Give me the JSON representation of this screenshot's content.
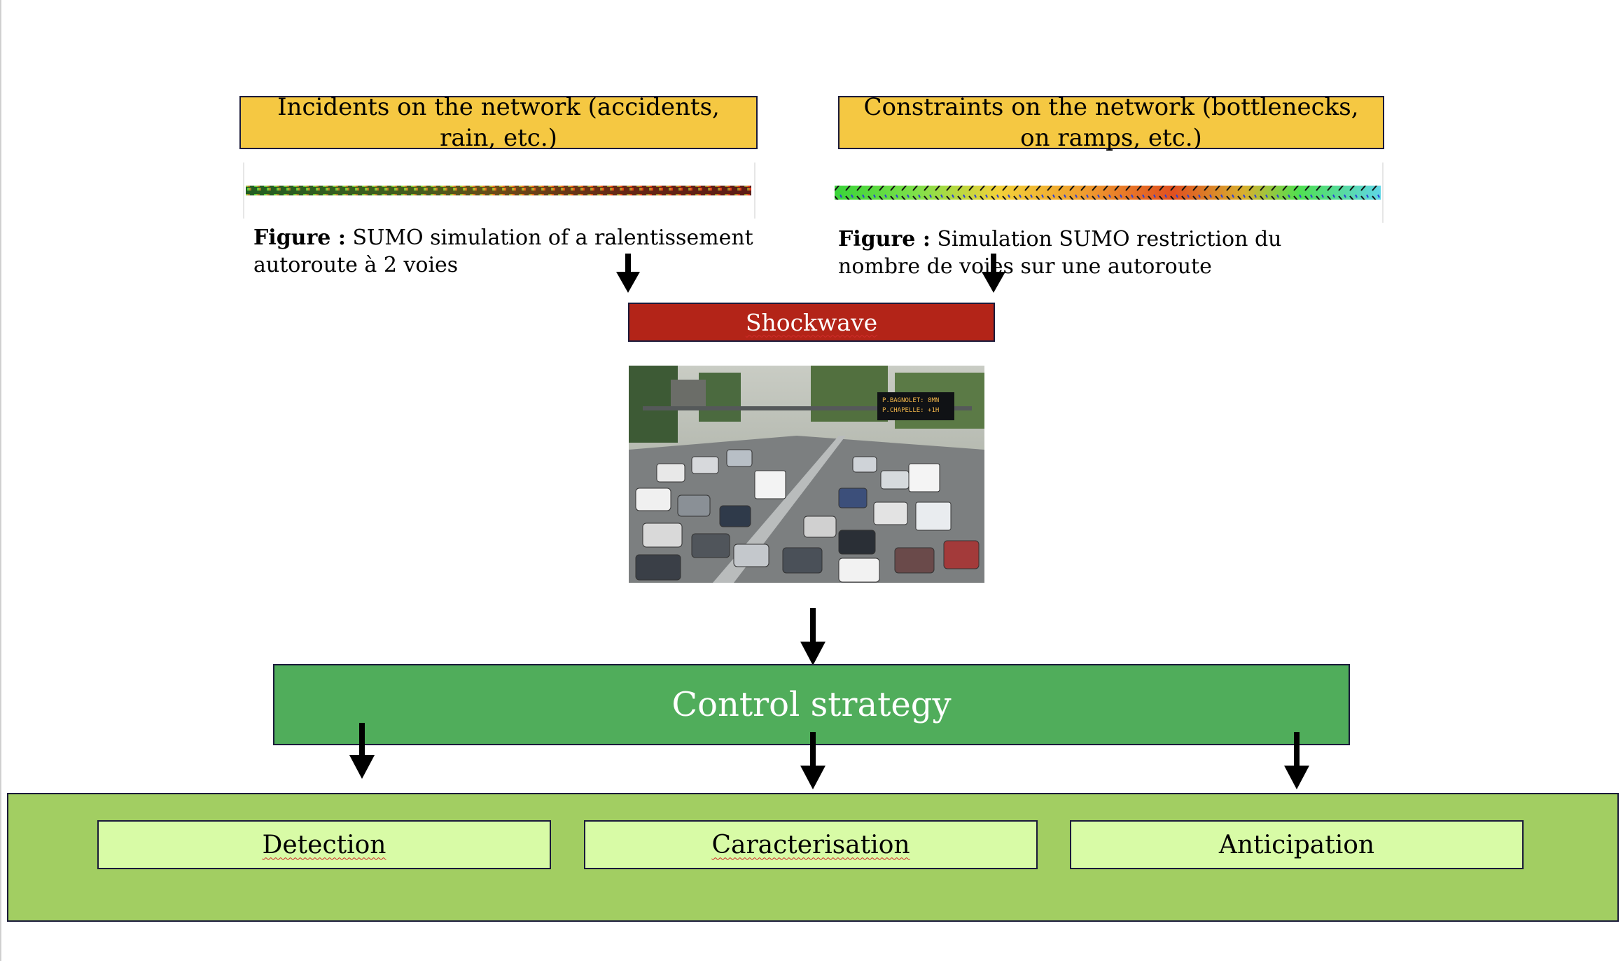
{
  "incidents_box": "Incidents on the network (accidents, rain, etc.)",
  "constraints_box": "Constraints on the network (bottlenecks, on ramps, etc.)",
  "caption_left": {
    "label": "Figure :",
    "text": " SUMO simulation of a ralentissement autoroute à 2 voies"
  },
  "caption_right": {
    "label": "Figure :",
    "text": " Simulation SUMO restriction du nombre de voies sur une autoroute"
  },
  "shockwave": "Shockwave",
  "control_strategy": "Control strategy",
  "stages": [
    "Detection",
    "Caracterisation",
    "Anticipation"
  ],
  "photo_sign": {
    "line1": "P.BAGNOLET:  8MN",
    "line2": "P.CHAPELLE:  +1H"
  },
  "colors": {
    "yellow": "#f5c842",
    "red": "#b32418",
    "green": "#50ad5b",
    "light_green": "#a2ce62",
    "pale_green": "#d8fba6"
  }
}
